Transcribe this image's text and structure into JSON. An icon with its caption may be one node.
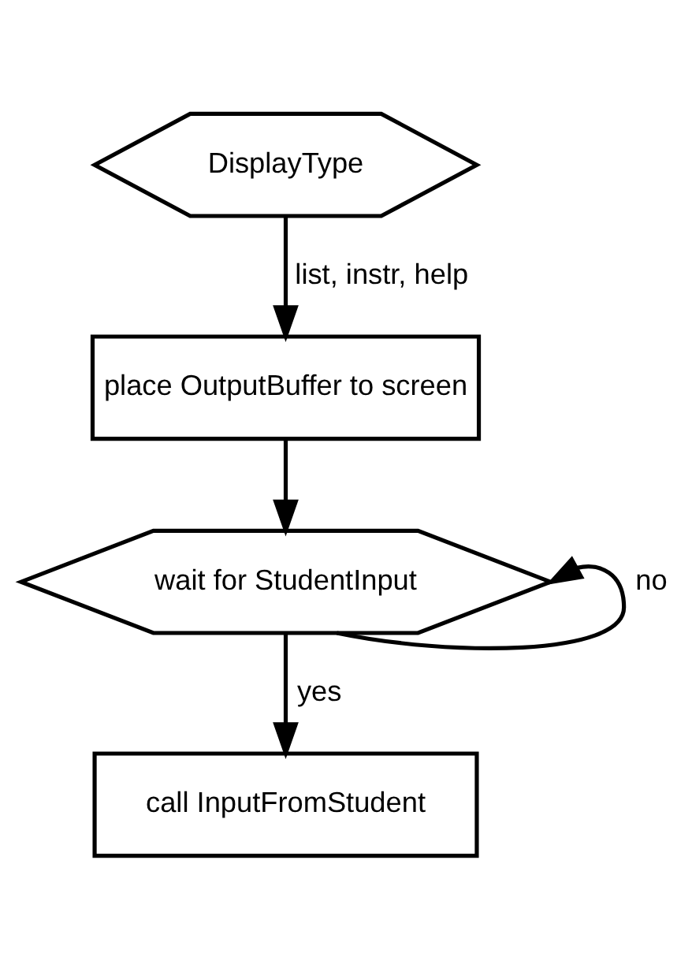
{
  "diagram": {
    "nodes": [
      {
        "text": [
          "DisplayType"
        ]
      },
      {
        "text": [
          "place OutputBuffer to screen"
        ]
      },
      {
        "text": [
          "wait for StudentInput"
        ]
      },
      {
        "text": [
          "call InputFromStudent"
        ]
      }
    ],
    "edges": [
      {
        "from": 0,
        "to": 1,
        "arrow": "to",
        "label": "list, instr, help"
      },
      {
        "from": 1,
        "to": 2,
        "arrow": "to"
      },
      {
        "from": 2,
        "to": 3,
        "arrow": "to",
        "label": "yes"
      },
      {
        "from": 2,
        "to": 2,
        "arrow": "to",
        "label": "no"
      }
    ]
  }
}
